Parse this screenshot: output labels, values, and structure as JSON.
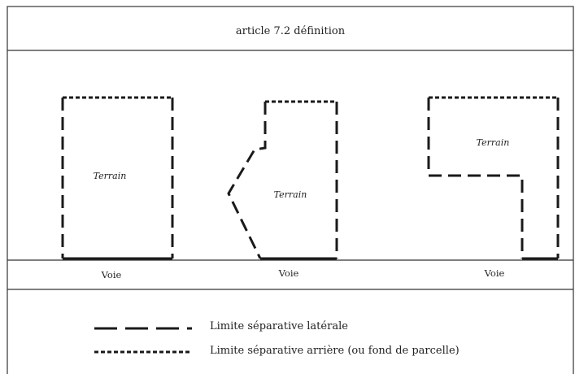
{
  "header": {
    "title": "article 7.2 définition"
  },
  "parcels": [
    {
      "terrain_label": "Terrain",
      "voie_label": "Voie"
    },
    {
      "terrain_label": "Terrain",
      "voie_label": "Voie"
    },
    {
      "terrain_label": "Terrain",
      "voie_label": "Voie"
    }
  ],
  "legend": {
    "lateral": {
      "label": "Limite séparative latérale"
    },
    "rear": {
      "label": "Limite séparative arrière (ou fond de parcelle)"
    }
  },
  "colors": {
    "line": "#1a1a1a",
    "border": "#333333",
    "background": "#ffffff"
  }
}
